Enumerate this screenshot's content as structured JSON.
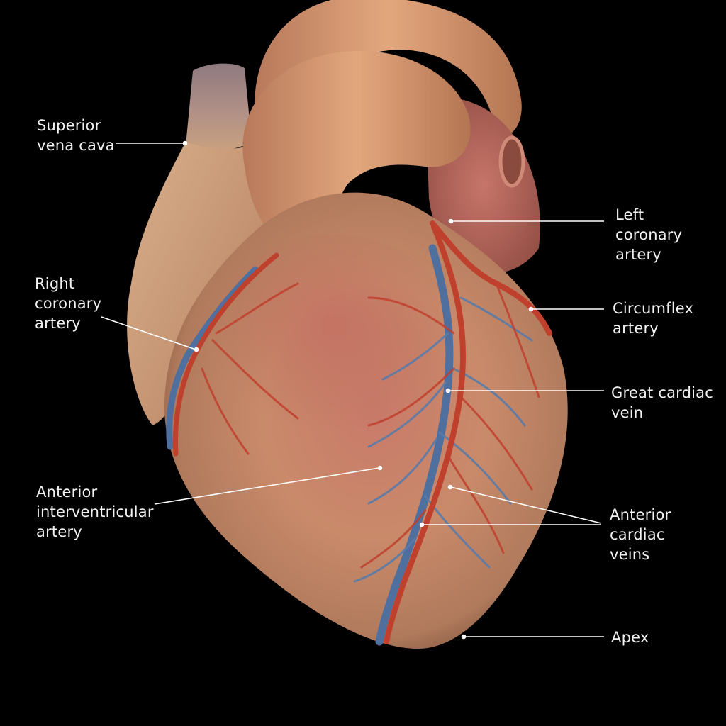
{
  "labels": {
    "superior_vena_cava": "Superior\nvena cava",
    "right_coronary_artery": "Right\ncoronary\nartery",
    "anterior_interventricular_artery": "Anterior\ninterventricular\nartery",
    "left_coronary_artery": "Left\ncoronary\nartery",
    "circumflex_artery": "Circumflex\nartery",
    "great_cardiac_vein": "Great cardiac\nvein",
    "anterior_cardiac_veins": "Anterior\ncardiac\nveins",
    "apex": "Apex"
  },
  "colors": {
    "background": "#000000",
    "label_text": "#f2f2f2",
    "leader_line": "#ffffff",
    "artery": "#c0402e",
    "vein": "#4f6f9e",
    "myocardium": "#c98a6a"
  }
}
